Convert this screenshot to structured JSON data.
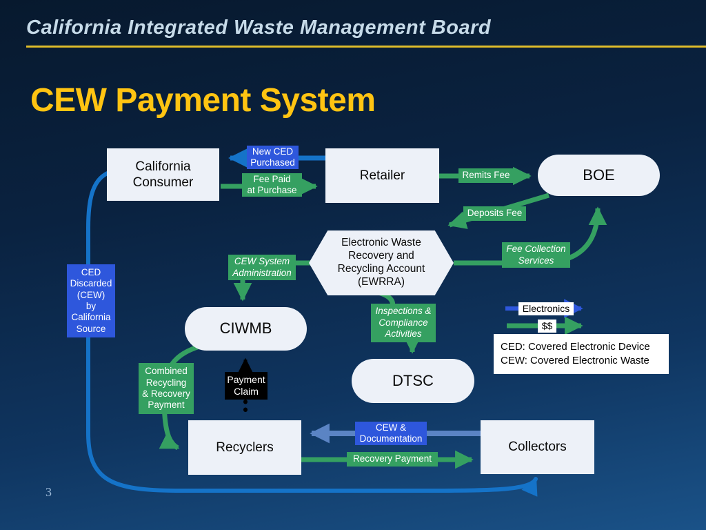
{
  "slide": {
    "header": "California Integrated Waste Management Board",
    "title": "CEW Payment System",
    "page_number": "3"
  },
  "colors": {
    "background_top": "#07192e",
    "background_bottom": "#1a5288",
    "header_text": "#c7dbe9",
    "accent_yellow": "#ffc412",
    "node_fill": "#edf1f8",
    "money_green": "#35a061",
    "label_blue": "#2e57dc",
    "electronics_blue": "#1573c8",
    "cew_doc_blue": "#5b84c4",
    "claim_black": "#000000"
  },
  "nodes": {
    "consumer": {
      "label": "California\nConsumer"
    },
    "retailer": {
      "label": "Retailer"
    },
    "boe": {
      "label": "BOE"
    },
    "ewrra": {
      "label": "Electronic Waste\nRecovery and\nRecycling Account\n(EWRRA)"
    },
    "ciwmb": {
      "label": "CIWMB"
    },
    "dtsc": {
      "label": "DTSC"
    },
    "recyclers": {
      "label": "Recyclers"
    },
    "collectors": {
      "label": "Collectors"
    }
  },
  "flows": {
    "new_ced": "New CED\nPurchased",
    "fee_paid": "Fee Paid\nat Purchase",
    "remits_fee": "Remits Fee",
    "deposits_fee": "Deposits Fee",
    "fee_collection": "Fee Collection\nServices",
    "cew_admin": "CEW System\nAdministration",
    "inspections": "Inspections &\nCompliance\nActivities",
    "ced_discarded": "CED\nDiscarded\n(CEW)\nby\nCalifornia\nSource",
    "combined_payment": "Combined\nRecycling\n& Recovery\nPayment",
    "payment_claim": "Payment\nClaim",
    "cew_documentation": "CEW &\nDocumentation",
    "recovery_payment": "Recovery Payment"
  },
  "legend": {
    "electronics": "Electronics",
    "money": "$$",
    "ced_definition": "CED: Covered Electronic Device",
    "cew_definition": "CEW: Covered Electronic Waste"
  }
}
